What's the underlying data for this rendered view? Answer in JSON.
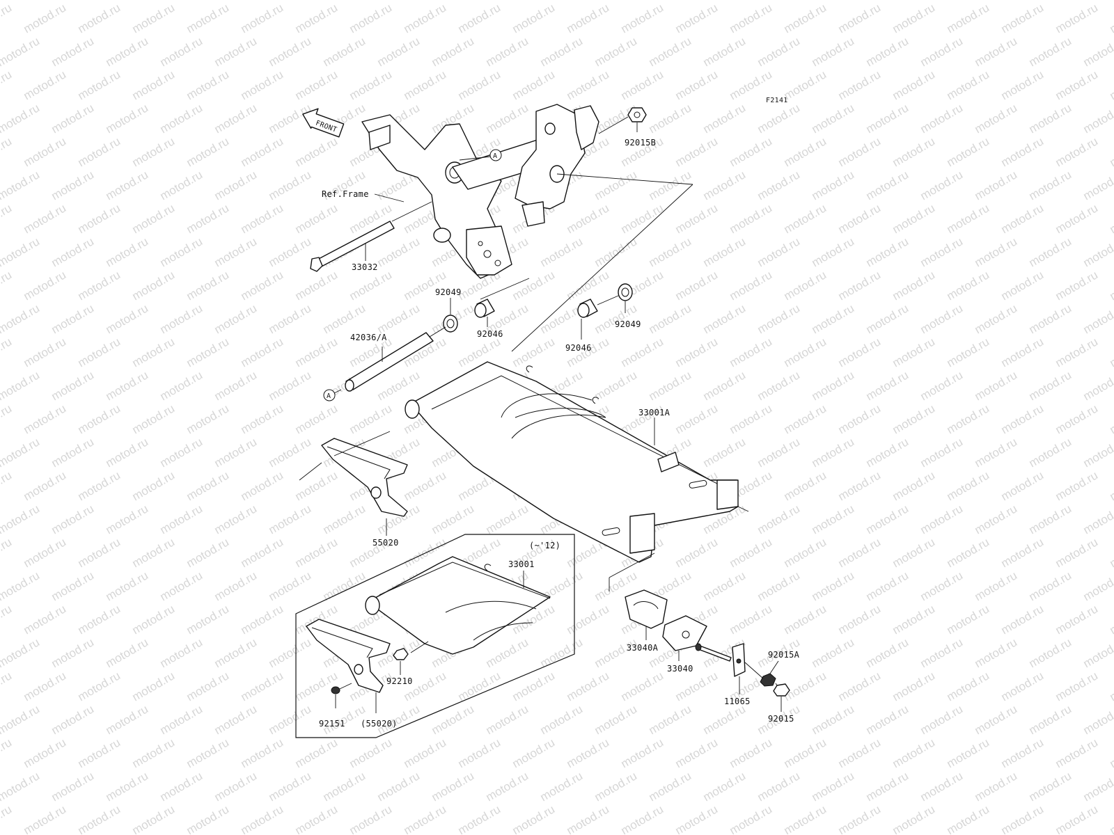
{
  "watermark": "motod.ru",
  "figure_code": "F2141",
  "front_label": "FRONT",
  "frame_ref": "Ref.Frame",
  "callout_a": "A",
  "variant_note": "(~'12)",
  "parts": {
    "p92015b": "92015B",
    "p33032": "33032",
    "p92049_left": "92049",
    "p92049_right": "92049",
    "p92046_left": "92046",
    "p92046_right": "92046",
    "p42036a": "42036/A",
    "p33001a": "33001A",
    "p55020": "55020",
    "p33001": "33001",
    "p92210": "92210",
    "p92151": "92151",
    "p55020_paren": "(55020)",
    "p33040a": "33040A",
    "p33040": "33040",
    "p92015a": "92015A",
    "p11065": "11065",
    "p92015": "92015"
  }
}
